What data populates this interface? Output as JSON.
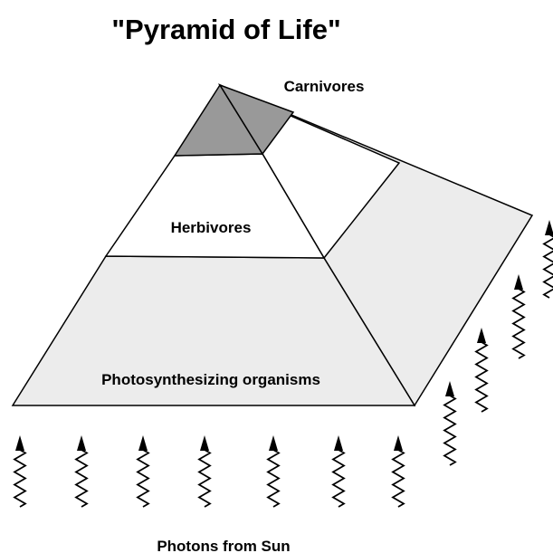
{
  "title": "\"Pyramid of Life\"",
  "levels": {
    "top": "Carnivores",
    "middle": "Herbivores",
    "bottom": "Photosynthesizing organisms"
  },
  "caption": "Photons from Sun",
  "colors": {
    "outline": "#000000",
    "carnivore_fill": "#999999",
    "herbivore_fill": "#ffffff",
    "base_fill": "#ececec",
    "side_fill": "#ececec",
    "background": "#ffffff"
  },
  "icons": {
    "photon": "wavy-arrow-icon"
  }
}
